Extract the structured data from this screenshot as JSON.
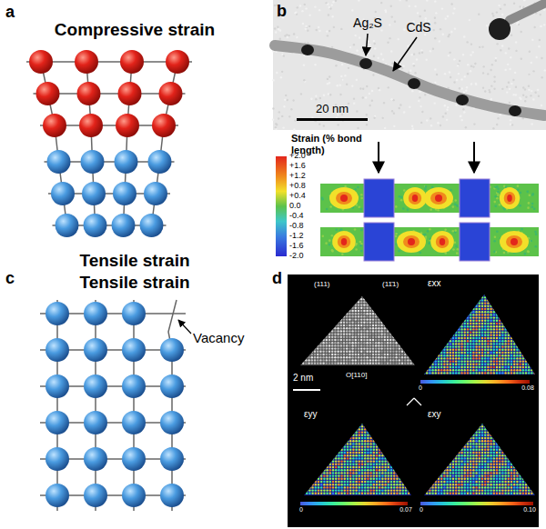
{
  "diagram": {
    "labels": [
      "a",
      "Compressive strain",
      "Tensile strain",
      "b",
      "Ag₂S",
      "CdS",
      "20 nm",
      "Strain (% bond length)",
      "+2.0",
      "+1.6",
      "+1.2",
      "+0.8",
      "+0.4",
      "0.0",
      "-0.4",
      "-0.8",
      "-1.2",
      "-1.6",
      "-2.0",
      "c",
      "Tensile strain",
      "Vacancy",
      "d",
      "2 nm",
      "(111)",
      "(11̄1)",
      "O[110]",
      "εxx",
      "εyy",
      "εxy",
      "0",
      "0.08",
      "0",
      "0.07",
      "0",
      "0.10"
    ]
  }
}
